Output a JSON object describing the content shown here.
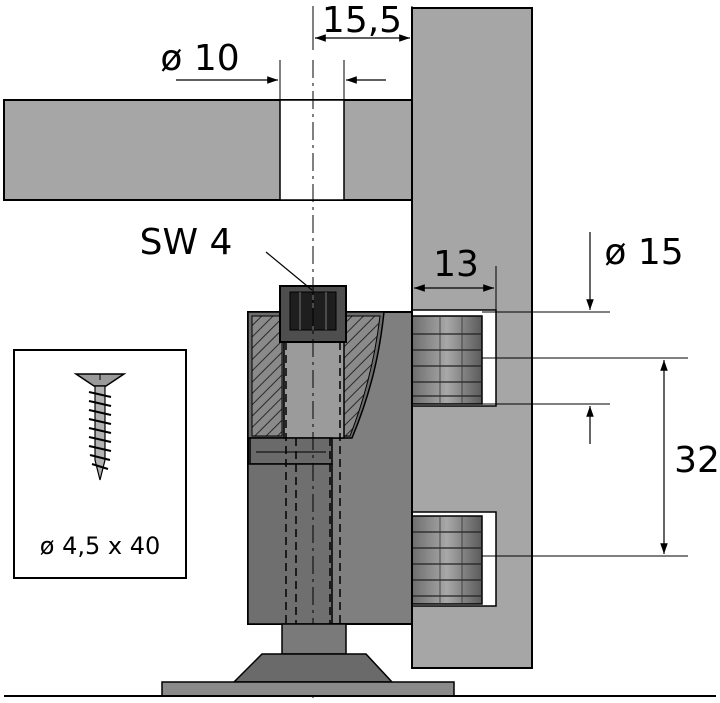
{
  "dimensions": {
    "offset": "15,5",
    "hole_diameter": "ø 10",
    "wrench_size": "SW 4",
    "dowel_length": "13",
    "dowel_diameter": "ø 15",
    "dowel_spacing": "32"
  },
  "screw_box": {
    "label": "ø 4,5 x 40"
  },
  "colors": {
    "panel": "#a6a6a6",
    "panel_dark": "#8d8d8d",
    "housing": "#7f7f7f",
    "housing_dark": "#5e5e5e",
    "line": "#000000"
  }
}
